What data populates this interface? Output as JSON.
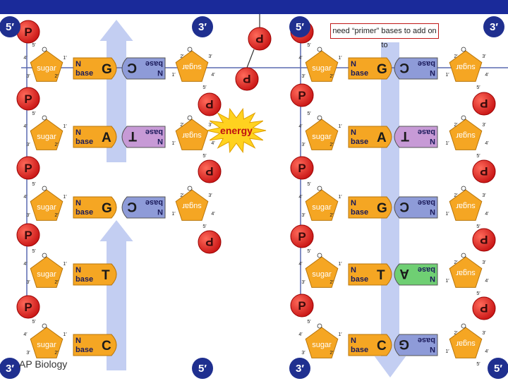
{
  "slide": {
    "footer_label": "AP Biology",
    "primer_note": "need “primer” bases to add on to",
    "energy_label": "energy"
  },
  "strand_labels": [
    "5′",
    "3′",
    "5′",
    "3′",
    "3′",
    "5′",
    "3′",
    "5′"
  ],
  "phosphate_label": "P",
  "sugar_label": "sugar",
  "base_label_line1": "N",
  "base_label_line2": "base",
  "prime_labels": [
    "5′",
    "4′",
    "3′",
    "2′",
    "1′"
  ],
  "left_rungs": [
    {
      "left": "G",
      "right": "C"
    },
    {
      "left": "A",
      "right": "T"
    },
    {
      "left": "G",
      "right": "C"
    },
    {
      "left": "T",
      "right": ""
    },
    {
      "left": "C",
      "right": ""
    }
  ],
  "right_rungs": [
    {
      "left": "G",
      "right": "C"
    },
    {
      "left": "A",
      "right": "T"
    },
    {
      "left": "G",
      "right": "C"
    },
    {
      "left": "T",
      "right": "A"
    },
    {
      "left": "C",
      "right": "G"
    }
  ],
  "colors": {
    "title_bar": "#1a2a9a",
    "phosphate": "#e02020",
    "sugar": "#f5a623",
    "base_left": "#f5a623",
    "base_right_blue": "#8e9bd8",
    "base_right_purple": "#c79ad6",
    "base_right_green": "#6fcf73",
    "arrow": "#b8c6f0",
    "badge": "#1f2f8f"
  }
}
